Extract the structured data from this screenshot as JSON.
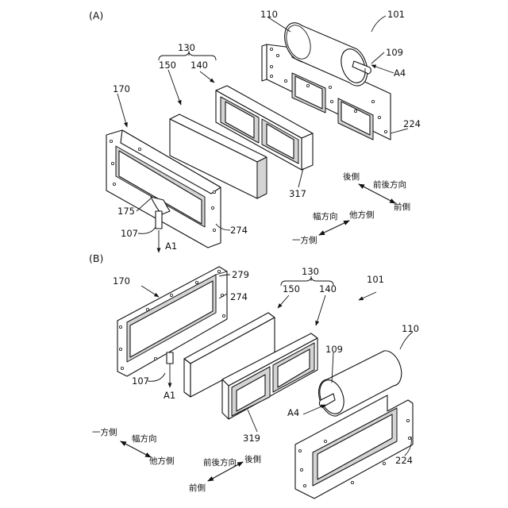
{
  "panel_a": {
    "label": "(A)",
    "refs": {
      "r110": "110",
      "r101": "101",
      "r109": "109",
      "a4": "A4",
      "r130": "130",
      "r150": "150",
      "r140": "140",
      "r170": "170",
      "r224": "224",
      "r317": "317",
      "r175": "175",
      "r107": "107",
      "r274": "274",
      "a1": "A1"
    },
    "directions": {
      "rear": "後側",
      "front_rear": "前後方向",
      "front": "前側",
      "width": "幅方向",
      "other_side": "他方側",
      "one_side": "一方側"
    }
  },
  "panel_b": {
    "label": "(B)",
    "refs": {
      "r170": "170",
      "r279": "279",
      "r274": "274",
      "r130": "130",
      "r150": "150",
      "r140": "140",
      "r101": "101",
      "r110": "110",
      "r109": "109",
      "r107": "107",
      "a1": "A1",
      "a4": "A4",
      "r319": "319",
      "r224": "224"
    },
    "directions": {
      "one_side": "一方側",
      "width": "幅方向",
      "other_side": "他方側",
      "front_rear": "前後方向",
      "rear": "後側",
      "front": "前側"
    }
  }
}
